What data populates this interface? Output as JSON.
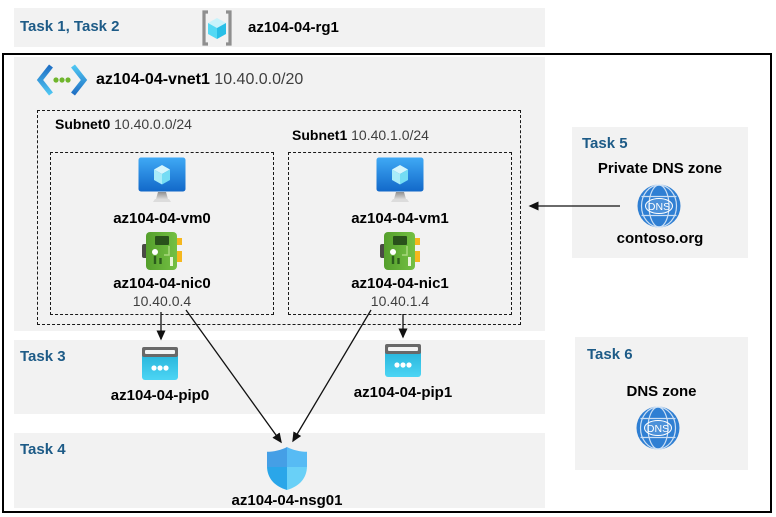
{
  "tasks": {
    "task12": "Task 1, Task 2",
    "task3": "Task 3",
    "task4": "Task 4",
    "task5": "Task 5",
    "task6": "Task 6"
  },
  "resource_group": {
    "name": "az104-04-rg1"
  },
  "vnet": {
    "name": "az104-04-vnet1",
    "cidr": "10.40.0.0/20"
  },
  "subnets": [
    {
      "name": "Subnet0",
      "cidr": "10.40.0.0/24",
      "vm": "az104-04-vm0",
      "nic": "az104-04-nic0",
      "nic_ip": "10.40.0.4"
    },
    {
      "name": "Subnet1",
      "cidr": "10.40.1.0/24",
      "vm": "az104-04-vm1",
      "nic": "az104-04-nic1",
      "nic_ip": "10.40.1.4"
    }
  ],
  "public_ips": [
    {
      "name": "az104-04-pip0"
    },
    {
      "name": "az104-04-pip1"
    }
  ],
  "nsg": {
    "name": "az104-04-nsg01"
  },
  "private_dns_zone": {
    "title": "Private DNS zone",
    "name": "contoso.org",
    "badge": "DNS"
  },
  "dns_zone": {
    "title": "DNS zone",
    "badge": "DNS"
  },
  "colors": {
    "task_label": "#1d5b87",
    "panel_bg": "#f2f2f2",
    "border": "#000000",
    "arrow": "#111111",
    "dns_globe": "#2f7fd3",
    "pip_cyan": "#2ec4e6",
    "nic_green": "#5fae33",
    "vm_blue": "#1f7fe8"
  }
}
